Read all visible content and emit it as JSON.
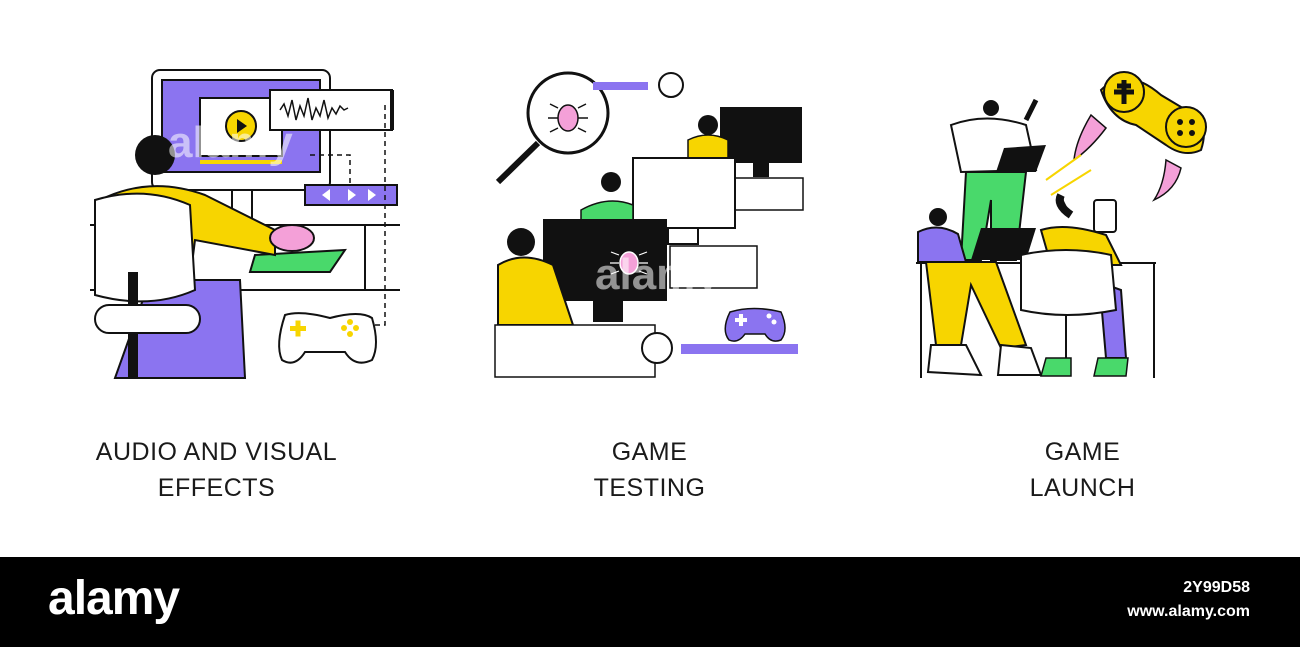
{
  "panels": [
    {
      "caption_line1": "AUDIO AND VISUAL",
      "caption_line2": "EFFECTS"
    },
    {
      "caption_line1": "GAME",
      "caption_line2": "TESTING"
    },
    {
      "caption_line1": "GAME",
      "caption_line2": "LAUNCH"
    }
  ],
  "watermark": "alamy",
  "footer": {
    "logo": "alamy",
    "image_id": "2Y99D58",
    "site": "www.alamy.com"
  },
  "colors": {
    "yellow": "#f7d500",
    "purple": "#8b74f0",
    "green": "#49d96b",
    "pink": "#f4a0d8",
    "black": "#111111"
  }
}
